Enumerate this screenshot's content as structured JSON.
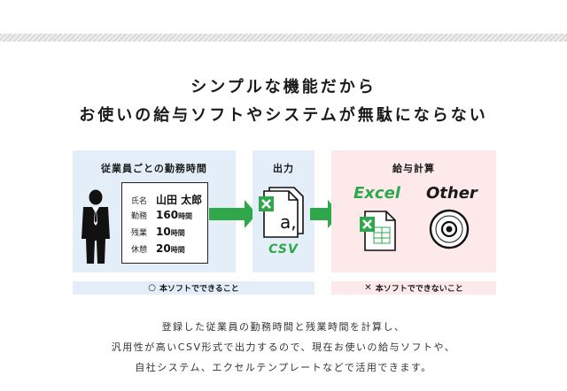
{
  "headline": {
    "line1": "シンプルな機能だから",
    "line2": "お使いの給与ソフトやシステムが無駄にならない"
  },
  "panels": {
    "time": {
      "title": "従業員ごとの勤務時間"
    },
    "output": {
      "title": "出力"
    },
    "payroll": {
      "title": "給与計算"
    }
  },
  "record": {
    "rows": [
      {
        "label": "氏名",
        "value": "山田 太郎",
        "unit": ""
      },
      {
        "label": "勤務",
        "value": "160",
        "unit": "時間"
      },
      {
        "label": "残業",
        "value": "10",
        "unit": "時間"
      },
      {
        "label": "休憩",
        "value": "20",
        "unit": "時間"
      }
    ]
  },
  "output": {
    "file_label": "CSV",
    "file_glyph": "a,"
  },
  "payroll": {
    "excel_label": "Excel",
    "other_label": "Other"
  },
  "notes": {
    "can": {
      "symbol": "○",
      "text": "本ソフトでできること"
    },
    "cannot": {
      "symbol": "✕",
      "text": "本ソフトでできないこと"
    }
  },
  "description": [
    "登録した従業員の勤務時間と残業時間を計算し、",
    "汎用性が高いCSV形式で出力するので、現在お使いの給与ソフトや、",
    "自社システム、エクセルテンプレートなどで活用できます。"
  ],
  "colors": {
    "panel_blue": "#e3eef9",
    "panel_pink": "#fde8ea",
    "accent_green": "#2ea84a",
    "text_dark": "#1a1a1a"
  },
  "icons": [
    "person-icon",
    "csv-file-icon",
    "excel-file-icon",
    "disc-icon",
    "arrow-right-icon"
  ]
}
